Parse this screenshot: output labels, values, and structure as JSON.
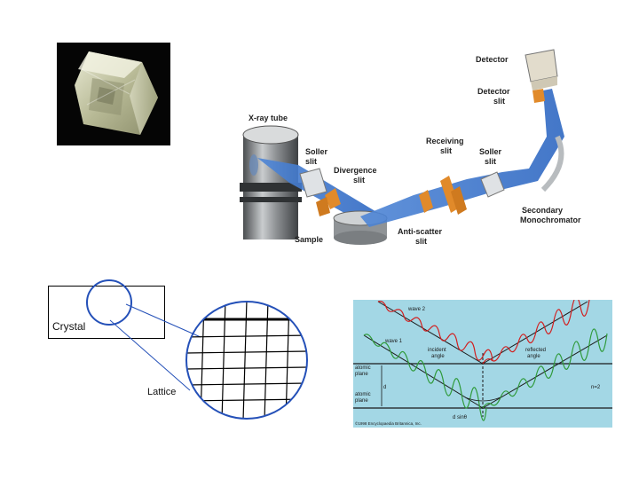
{
  "slide": {
    "diffractometer": {
      "labels": {
        "detector": "Detector",
        "detector_slit_line1": "Detector",
        "detector_slit_line2": "slit",
        "xray_tube": "X-ray tube",
        "soller_slit_left_line1": "Soller",
        "soller_slit_left_line2": "slit",
        "divergence_slit_line1": "Divergence",
        "divergence_slit_line2": "slit",
        "receiving_slit_line1": "Receiving",
        "receiving_slit_line2": "slit",
        "soller_slit_right_line1": "Soller",
        "soller_slit_right_line2": "slit",
        "secondary_monochromator_line1": "Secondary",
        "secondary_monochromator_line2": "Monochromator",
        "sample": "Sample",
        "anti_scatter_slit_line1": "Anti-scatter",
        "anti_scatter_slit_line2": "slit"
      }
    },
    "crystal_label": "Crystal",
    "lattice_label": "Lattice",
    "bragg": {
      "wave1": "wave 1",
      "wave2": "wave 2",
      "incident_line1": "incident",
      "incident_line2": "angle",
      "reflected_line1": "reflected",
      "reflected_line2": "angle",
      "plane_line1": "atomic",
      "plane_line2": "plane",
      "d": "d",
      "n2": "n=2",
      "dsin": "d sinθ",
      "copyright": "©1998 Encyclopaedia Britannica, Inc.",
      "colors": {
        "background": "#a3d7e5",
        "red_wave": "#d21f1f",
        "green_wave": "#2f9a3a"
      }
    }
  }
}
